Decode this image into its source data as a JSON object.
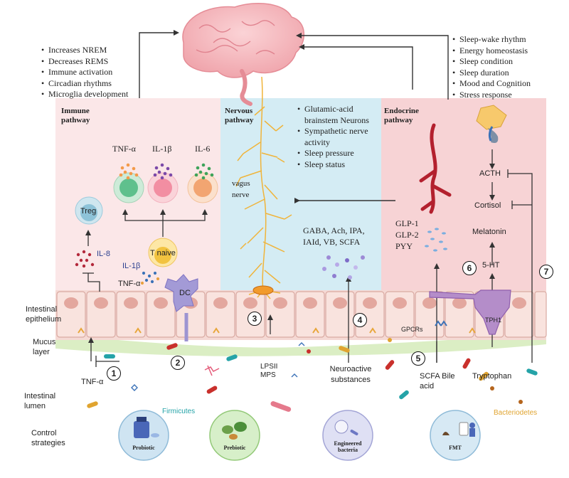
{
  "brain_effects": [
    "Increases NREM",
    "Decreases REMS",
    "Immune activation",
    "Circadian rhythms",
    "Microglia development"
  ],
  "endocrine_effects": [
    "Sleep-wake rhythm",
    "Energy homeostasis",
    "Sleep condition",
    "Sleep duration",
    "Mood and Cognition",
    "Stress response"
  ],
  "nervous_effects": [
    "Glutamic-acid brainstem Neurons",
    "Sympathetic nerve activity",
    "Sleep pressure",
    "Sleep status"
  ],
  "panels": {
    "immune": "Immune pathway",
    "nervous": "Nervous pathway",
    "endocrine": "Endocrine pathway"
  },
  "immune": {
    "cytokines": [
      "TNF-α",
      "IL-1β",
      "IL-6"
    ],
    "treg": "Treg",
    "il8": "IL-8",
    "t_naive": "T naive",
    "il1b_small": "IL-1β",
    "tnfa_small": "TNF-α",
    "dc": "DC",
    "tnfa_lumen": "TNF-α"
  },
  "nervous": {
    "vagus": "vagus nerve",
    "metabolites": "GABA, Ach, IPA, IAId, VB, SCFA",
    "lps": "LPSII MPS",
    "neuroactive": "Neuroactive substances"
  },
  "endocrine": {
    "hormones": [
      "GLP-1",
      "GLP-2",
      "PYY"
    ],
    "acth": "ACTH",
    "cortisol": "Cortisol",
    "melatonin": "Melatonin",
    "ht": "5-HT",
    "gpcrs": "GPCRs",
    "tph": "TPH1",
    "scfa": "SCFA Bile acid",
    "tryptophan": "Tryptophan"
  },
  "layers": {
    "epithelium": "Intestinal epithelium",
    "mucus": "Mucus layer",
    "lumen": "Intestinal lumen",
    "control": "Control strategies"
  },
  "bacteria": {
    "firmicutes": "Firmicutes",
    "bacteriodetes": "Bacteriodetes"
  },
  "strategies": [
    "Probiotic",
    "Prebiotic",
    "Engineered bacteria",
    "FMT"
  ],
  "steps": [
    "1",
    "2",
    "3",
    "4",
    "5",
    "6",
    "7"
  ],
  "colors": {
    "immune_bg": "#fbe7e8",
    "nervous_bg": "#d4ecf4",
    "endocrine_bg": "#f7d3d5",
    "mucus": "#dbeec4",
    "nerve": "#f0b43a"
  }
}
